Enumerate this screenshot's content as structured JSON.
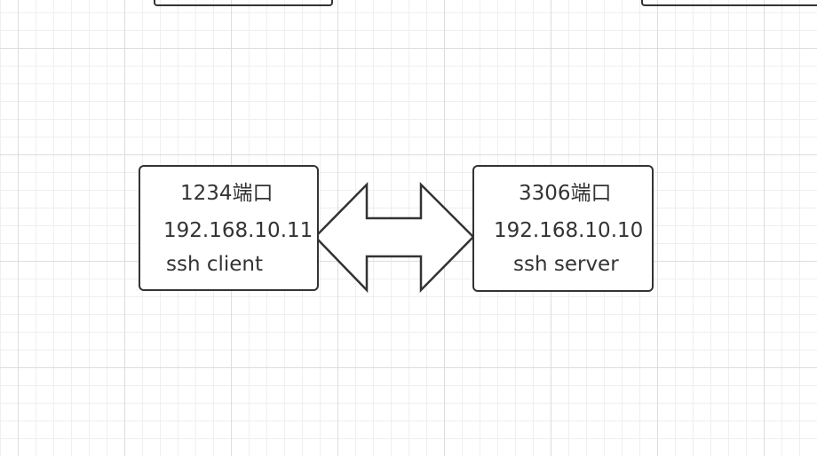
{
  "diagram": {
    "colors": {
      "stroke": "#333333",
      "grid_major": "#dddddd",
      "grid_minor": "#efefef",
      "fill": "#ffffff"
    },
    "client": {
      "port": "1234端口",
      "ip": "192.168.10.11",
      "role": "ssh client"
    },
    "server": {
      "port": "3306端口",
      "ip": "192.168.10.10",
      "role": "ssh server"
    },
    "connector": {
      "type": "double-arrow"
    }
  }
}
